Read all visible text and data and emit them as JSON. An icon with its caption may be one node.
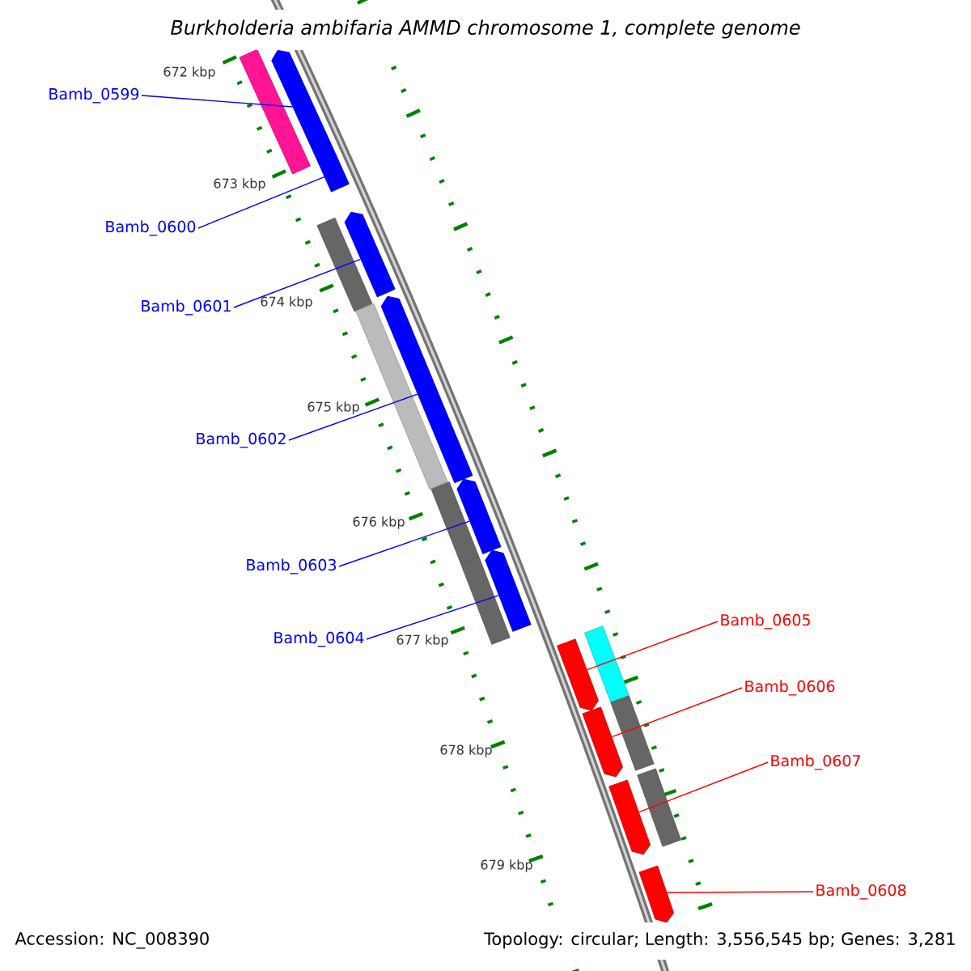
{
  "diagram": {
    "title": "Burkholderia ambifaria AMMD chromosome 1, complete genome",
    "nodes": [
      {
        "text": [
          "Bamb_0599"
        ]
      },
      {
        "text": [
          "Bamb_0600"
        ]
      },
      {
        "text": [
          "Bamb_0601"
        ]
      },
      {
        "text": [
          "Bamb_0602"
        ]
      },
      {
        "text": [
          "Bamb_0603"
        ]
      },
      {
        "text": [
          "Bamb_0604"
        ]
      },
      {
        "text": [
          "Bamb_0605"
        ]
      },
      {
        "text": [
          "Bamb_0606"
        ]
      },
      {
        "text": [
          "Bamb_0607"
        ]
      },
      {
        "text": [
          "Bamb_0608"
        ]
      },
      {
        "text": [],
        "shape": "arrow"
      },
      {
        "text": [],
        "shape": "arrow"
      },
      {
        "text": [],
        "shape": "arrow"
      },
      {
        "text": [],
        "shape": "arrow"
      },
      {
        "text": [],
        "shape": "arrow"
      },
      {
        "text": [],
        "shape": "arrow"
      },
      {
        "text": [],
        "shape": "arrow"
      },
      {
        "text": [],
        "shape": "arrow"
      },
      {
        "text": [],
        "shape": "arrow"
      },
      {
        "text": [],
        "shape": "arrow"
      },
      {
        "text": [],
        "shape": "bar"
      },
      {
        "text": [],
        "shape": "bar"
      },
      {
        "text": [],
        "shape": "bar"
      },
      {
        "text": [],
        "shape": "bar"
      },
      {
        "text": [],
        "shape": "bar"
      },
      {
        "text": [],
        "shape": "bar"
      },
      {
        "text": [],
        "shape": "bar"
      },
      {
        "text": [],
        "shape": "bar"
      }
    ],
    "edges": [
      {
        "from": 0,
        "to": 10,
        "arrow": "none"
      },
      {
        "from": 1,
        "to": 11,
        "arrow": "none"
      },
      {
        "from": 2,
        "to": 12,
        "arrow": "none"
      },
      {
        "from": 3,
        "to": 13,
        "arrow": "none"
      },
      {
        "from": 4,
        "to": 14,
        "arrow": "none"
      },
      {
        "from": 5,
        "to": 15,
        "arrow": "none"
      },
      {
        "from": 6,
        "to": 16,
        "arrow": "none",
        "color": "#ff0000"
      },
      {
        "from": 7,
        "to": 17,
        "arrow": "none",
        "color": "#ff0000"
      },
      {
        "from": 8,
        "to": 18,
        "arrow": "none",
        "color": "#ff0000"
      },
      {
        "from": 9,
        "to": 19,
        "arrow": "none",
        "color": "#ff0000"
      }
    ],
    "labels": [
      "672 kbp",
      "673 kbp",
      "674 kbp",
      "675 kbp",
      "676 kbp",
      "677 kbp",
      "678 kbp",
      "679 kbp",
      "Accession: NC_008390",
      "Topology: circular; Length: 3,556,545 bp; Genes: 3,281"
    ]
  }
}
